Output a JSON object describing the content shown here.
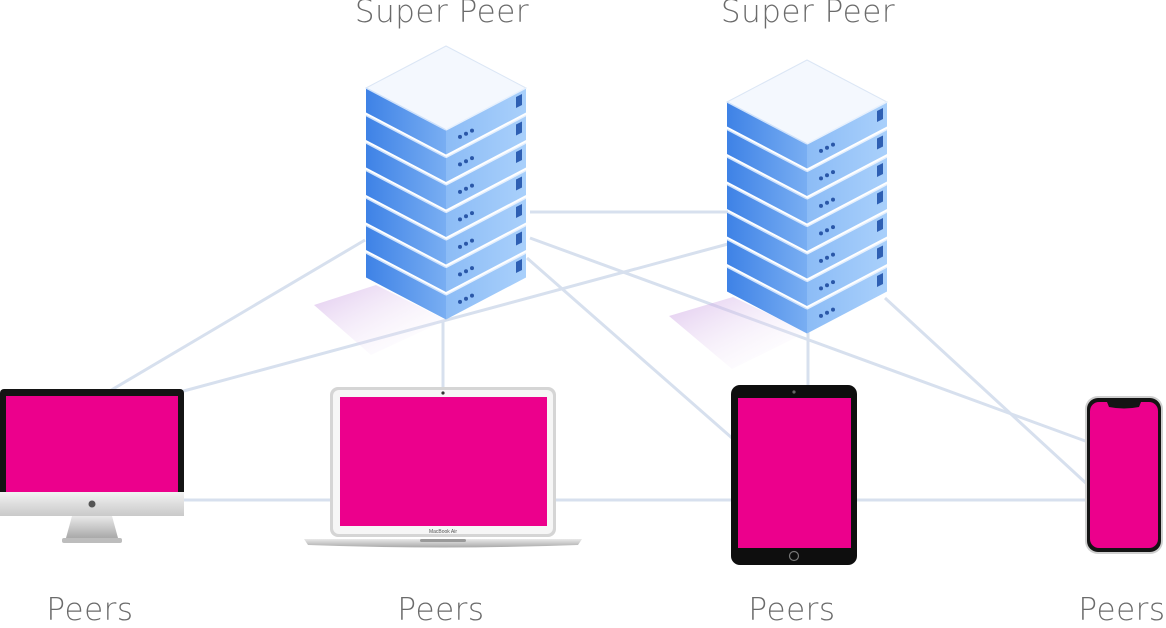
{
  "diagram": {
    "super_peers": [
      {
        "label": "Super Peer"
      },
      {
        "label": "Super Peer"
      }
    ],
    "peers": [
      {
        "label": "Peers",
        "device": "desktop-monitor"
      },
      {
        "label": "Peers",
        "device": "laptop"
      },
      {
        "label": "Peers",
        "device": "tablet"
      },
      {
        "label": "Peers",
        "device": "smartphone"
      }
    ],
    "laptop_brand": "MacBook Air"
  },
  "colors": {
    "screen": "#ec008c",
    "server_blue": "#4a90e2",
    "link_line": "#d7e0ee",
    "label_text": "#6b6b6b"
  }
}
